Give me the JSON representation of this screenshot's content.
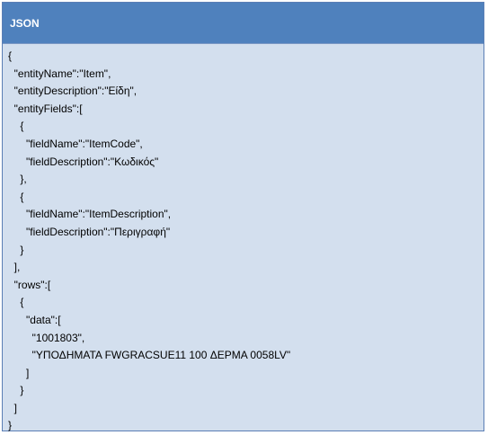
{
  "panel": {
    "title": "JSON"
  },
  "code": {
    "lines": [
      "{",
      "  \"entityName\":\"Item\",",
      "  \"entityDescription\":\"Είδη\",",
      "  \"entityFields\":[",
      "    {",
      "      \"fieldName\":\"ItemCode\",",
      "      \"fieldDescription\":\"Κωδικός\"",
      "    },",
      "    {",
      "      \"fieldName\":\"ItemDescription\",",
      "      \"fieldDescription\":\"Περιγραφή\"",
      "    }",
      "  ],",
      "  \"rows\":[",
      "    {",
      "      \"data\":[",
      "        \"1001803\",",
      "        \"ΥΠΟΔΗΜΑΤΑ FWGRACSUE11 100 ΔΕΡΜΑ 0058LV\"",
      "      ]",
      "    }",
      "  ]",
      "}"
    ]
  }
}
